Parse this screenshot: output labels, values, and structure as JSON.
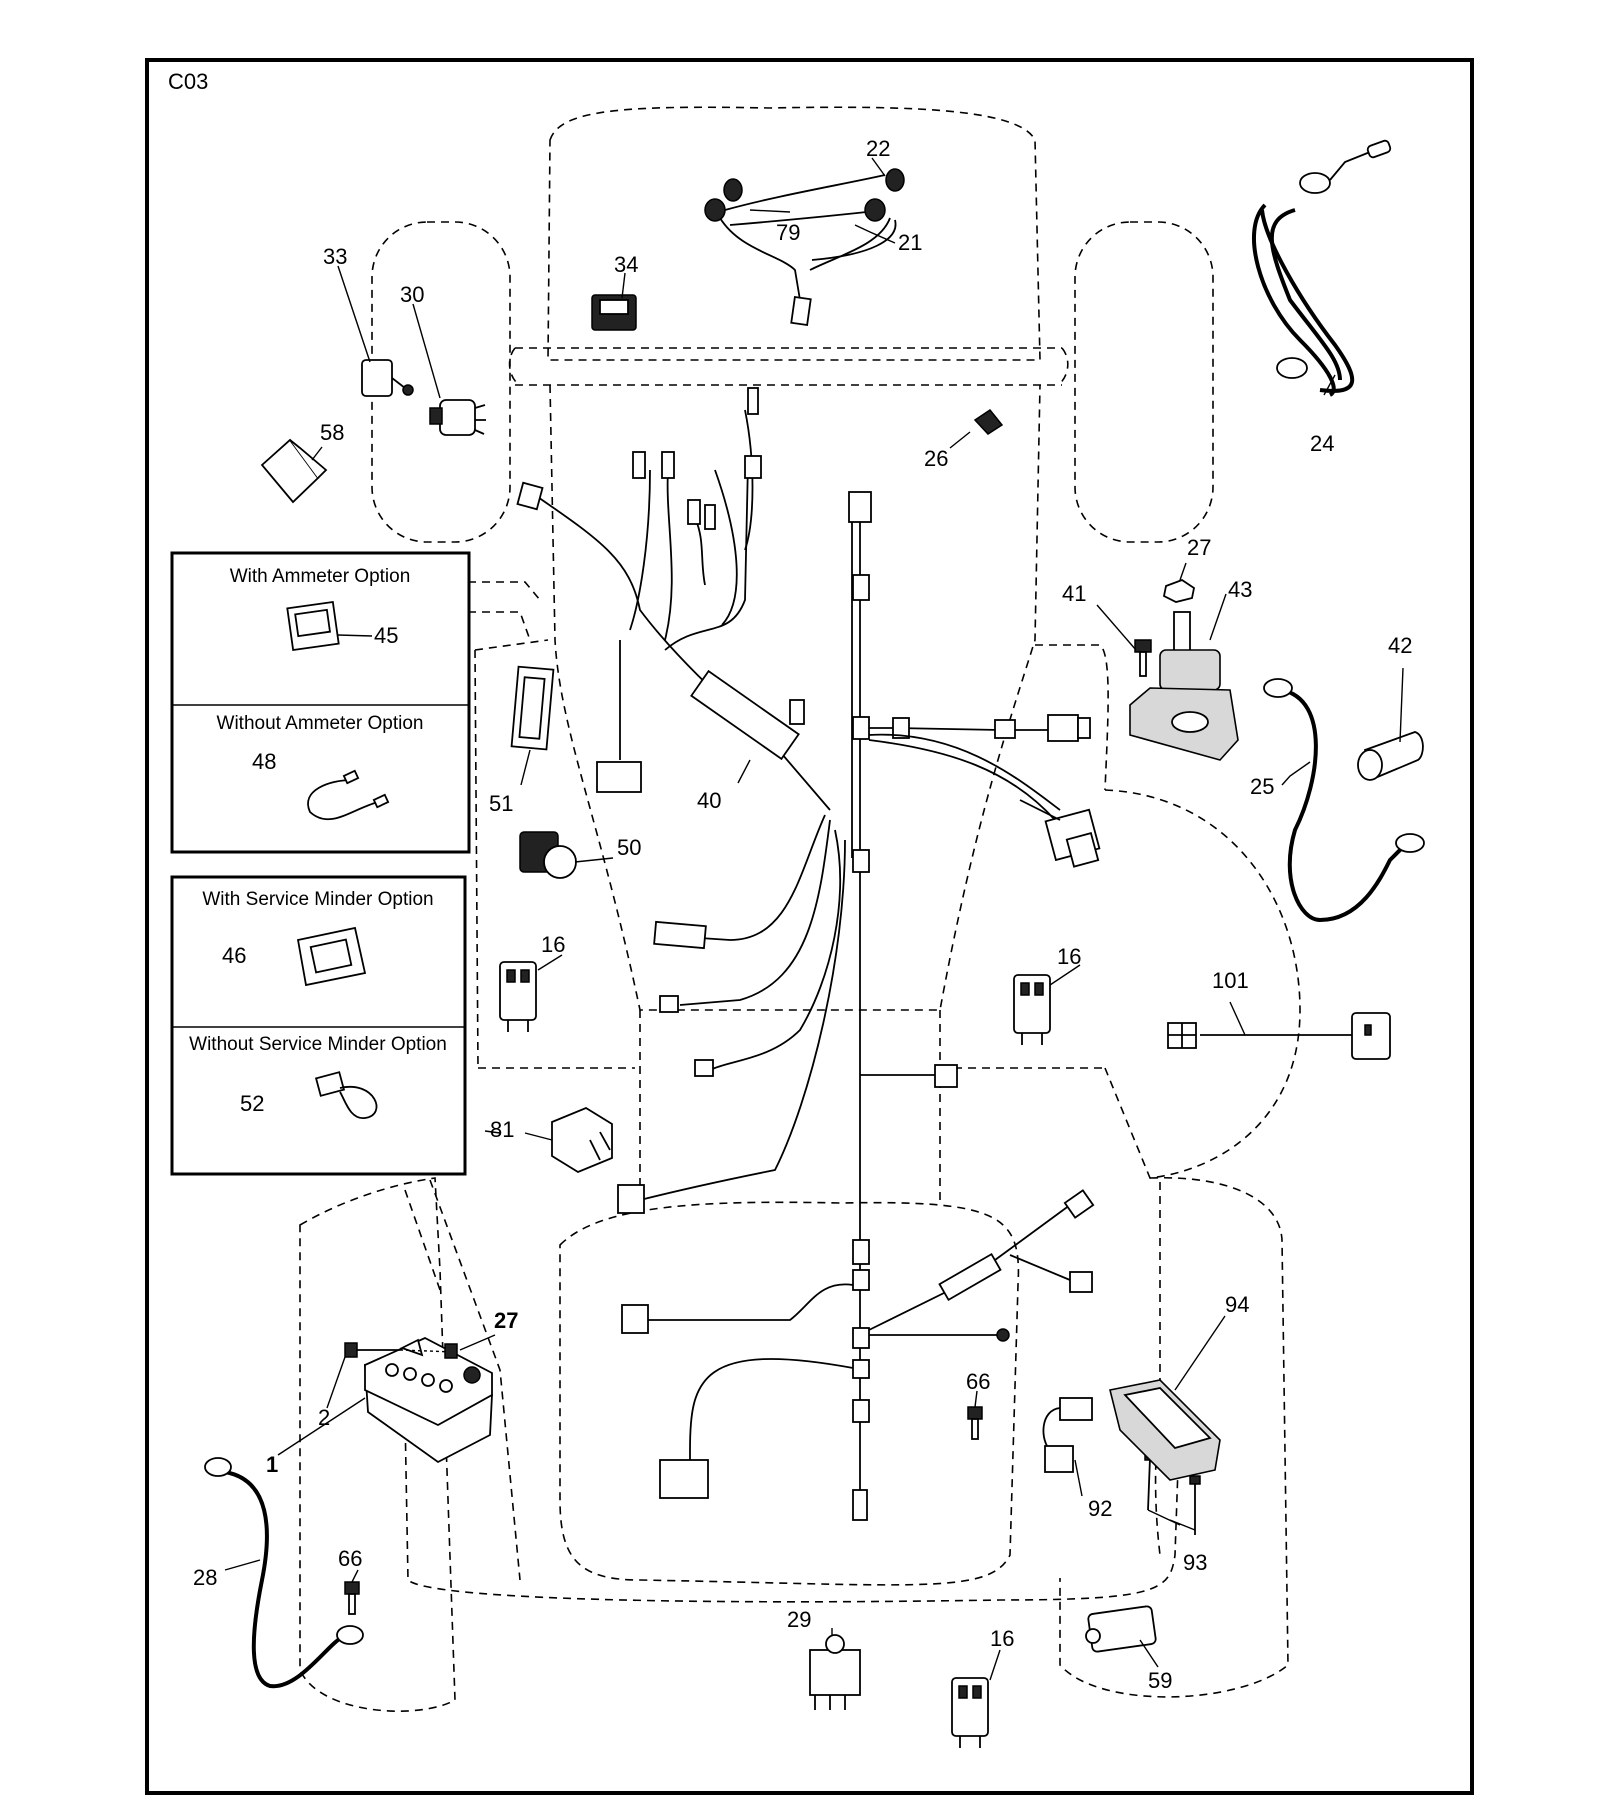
{
  "diagram_code": "C03",
  "option_boxes": {
    "ammeter": {
      "with_label": "With Ammeter Option",
      "without_label": "Without Ammeter Option",
      "with_part": "45",
      "without_part": "48"
    },
    "service_minder": {
      "with_label": "With Service Minder Option",
      "without_label": "Without Service Minder Option",
      "with_part": "46",
      "without_part": "52"
    }
  },
  "callouts": {
    "p1": "1",
    "p2": "2",
    "p16a": "16",
    "p16b": "16",
    "p16c": "16",
    "p21": "21",
    "p22": "22",
    "p24": "24",
    "p25": "25",
    "p26": "26",
    "p27a": "27",
    "p27b": "27",
    "p28": "28",
    "p29": "29",
    "p30": "30",
    "p33": "33",
    "p34": "34",
    "p40": "40",
    "p41": "41",
    "p42": "42",
    "p43": "43",
    "p50": "50",
    "p51": "51",
    "p58": "58",
    "p59": "59",
    "p66a": "66",
    "p66b": "66",
    "p79": "79",
    "p81": "81",
    "p92": "92",
    "p93": "93",
    "p94": "94",
    "p101": "101"
  }
}
